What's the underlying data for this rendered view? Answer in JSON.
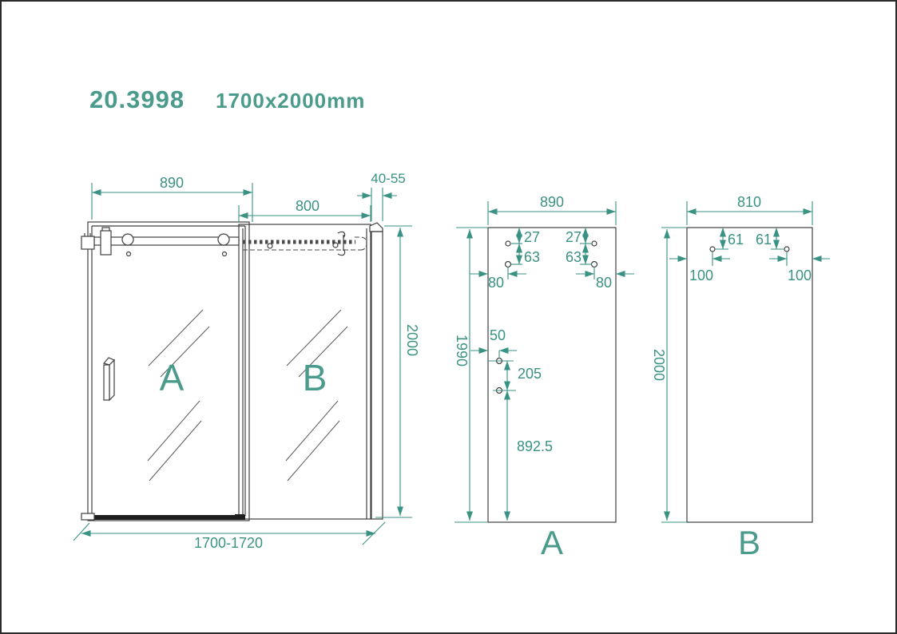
{
  "title": {
    "model": "20.3998",
    "size": "1700x2000mm"
  },
  "colors": {
    "accent": "#4a9b8b",
    "dimension": "#3a9283",
    "line": "#3f3f3f",
    "bar": "#1f1f1f",
    "background": "#ffffff",
    "border": "#2b2b2b"
  },
  "assembled_view": {
    "panel_a_label": "A",
    "panel_b_label": "B",
    "dim_panel_a_width": "890",
    "dim_panel_b_width": "800",
    "dim_wall_profile": "40-55",
    "dim_height": "2000",
    "dim_total_width": "1700-1720"
  },
  "panel_a_view": {
    "label": "A",
    "dim_width": "890",
    "dim_height": "1990",
    "dim_hole_offset_top_left": "27",
    "dim_hole_offset_top_right": "27",
    "dim_hole_spacing_left": "63",
    "dim_hole_spacing_right": "63",
    "dim_hole_edge_left": "80",
    "dim_hole_edge_right": "80",
    "dim_handle_edge": "50",
    "dim_handle_spacing": "205",
    "dim_handle_bottom": "892.5"
  },
  "panel_b_view": {
    "label": "B",
    "dim_width": "810",
    "dim_height": "2000",
    "dim_hole_offset_top_left": "61",
    "dim_hole_offset_top_right": "61",
    "dim_hole_edge_left": "100",
    "dim_hole_edge_right": "100"
  }
}
